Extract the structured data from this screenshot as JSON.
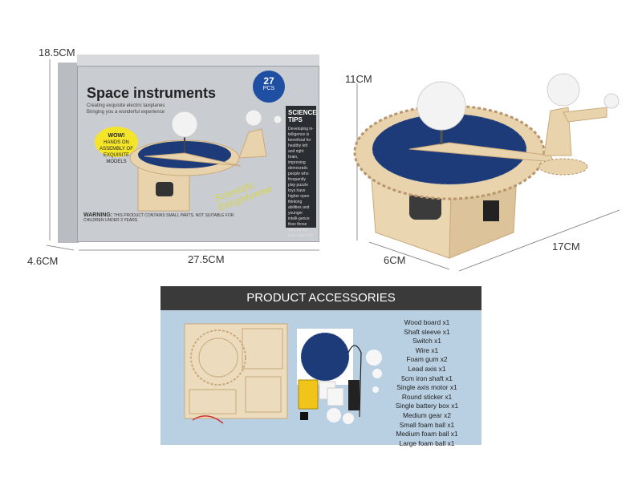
{
  "dimensions": {
    "box_height": "18.5CM",
    "box_depth": "4.6CM",
    "box_width": "27.5CM",
    "model_height": "11CM",
    "model_depth": "6CM",
    "model_width": "17CM"
  },
  "box": {
    "title": "Space instruments",
    "subtitle_line1": "Creating exquisite electric taxiplanes",
    "subtitle_line2": "Bringing you a wonderful experience",
    "badge_count": "27",
    "badge_unit": "PCS",
    "bubble_wow": "WOW!",
    "bubble_text": "HANDS ON ASSEMBLY OF EXQUISITE MODELS",
    "script_line1": "Scientific",
    "script_line2": "Enlightenme",
    "tips_title": "SCIENCE TIPS",
    "tips_text": "Developing in-telligence is beneficial for healthy left and right brain, improving democratic people who frequently play puzzle toys have higher open thinking abilities and younger intelli-gence than those who do not play regu-larly",
    "warning_title": "WARNING:",
    "warning_text": "THIS PRODUCT CONTAINS SMALL PARTS. NOT SUITABLE FOR CHILDREN UNDER 3 YEARS."
  },
  "accessories": {
    "title": "PRODUCT ACCESSORIES",
    "items": [
      "Wood board x1",
      "Shaft sleeve x1",
      "Switch x1",
      "Wire x1",
      "Foam gum x2",
      "Lead axis x1",
      "5cm iron shaft x1",
      "Single axis motor x1",
      "Round sticker x1",
      "Single battery box x1",
      "Medium gear x2",
      "Small foam ball x1",
      "Medium foam ball x1",
      "Large foam ball x1"
    ]
  },
  "colors": {
    "wood": "#e8d3ad",
    "wood_edge": "#c9a97a",
    "dial": "#1d3b78",
    "panel_bg": "#b9cfe2",
    "panel_head": "#3a3a3a"
  }
}
